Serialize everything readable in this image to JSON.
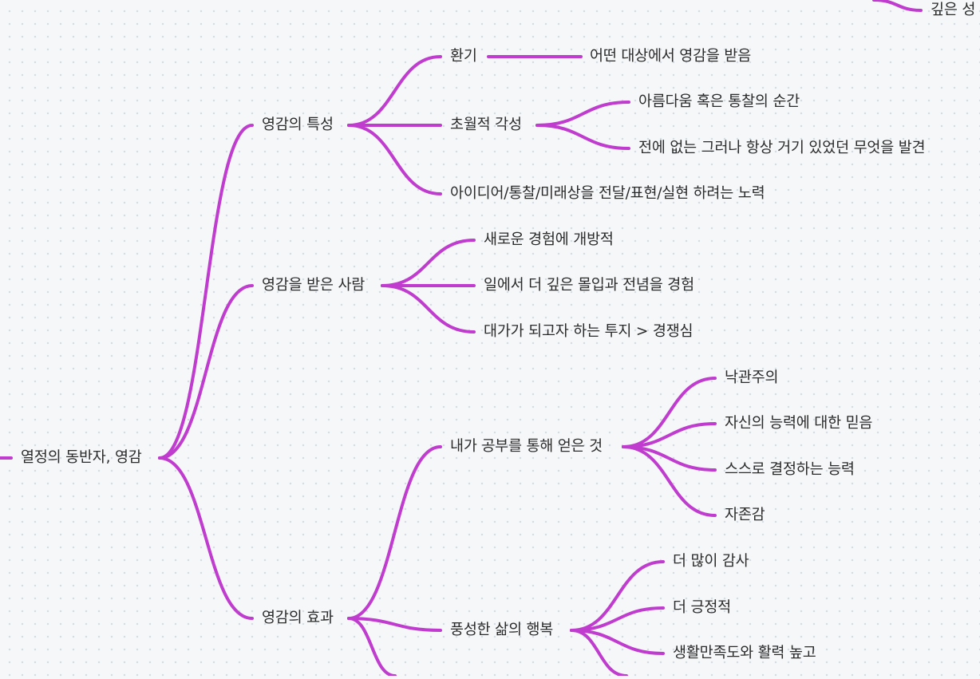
{
  "theme": {
    "edge_color": "#c03ccf",
    "background": "#f5f7f9",
    "text_color": "#2b2b2b"
  },
  "mindmap": {
    "root": "열정의 동반자, 영감",
    "n1": "영감의 특성",
    "n1_1": "환기",
    "n1_1_1": "어떤 대상에서 영감을 받음",
    "n1_2": "초월적 각성",
    "n1_2_1": "아름다움 혹은 통찰의 순간",
    "n1_2_2": "전에 없는 그러나 항상 거기 있었던 무엇을 발견",
    "n1_3": "아이디어/통찰/미래상을 전달/표현/실현 하려는 노력",
    "n2": "영감을 받은 사람",
    "n2_1": "새로운 경험에 개방적",
    "n2_2": "일에서 더 깊은 몰입과 전념을 경험",
    "n2_3": "대가가 되고자 하는 투지 > 경쟁심",
    "n3": "영감의 효과",
    "n3_1": "내가 공부를 통해 얻은 것",
    "n3_1_1": "낙관주의",
    "n3_1_2": "자신의 능력에 대한 믿음",
    "n3_1_3": "스스로 결정하는 능력",
    "n3_1_4": "자존감",
    "n3_2": "풍성한 삶의 행복",
    "n3_2_1": "더 많이 감사",
    "n3_2_2": "더 긍정적",
    "n3_2_3": "생활만족도와 활력 높고",
    "partial_top": "깊은 성"
  }
}
